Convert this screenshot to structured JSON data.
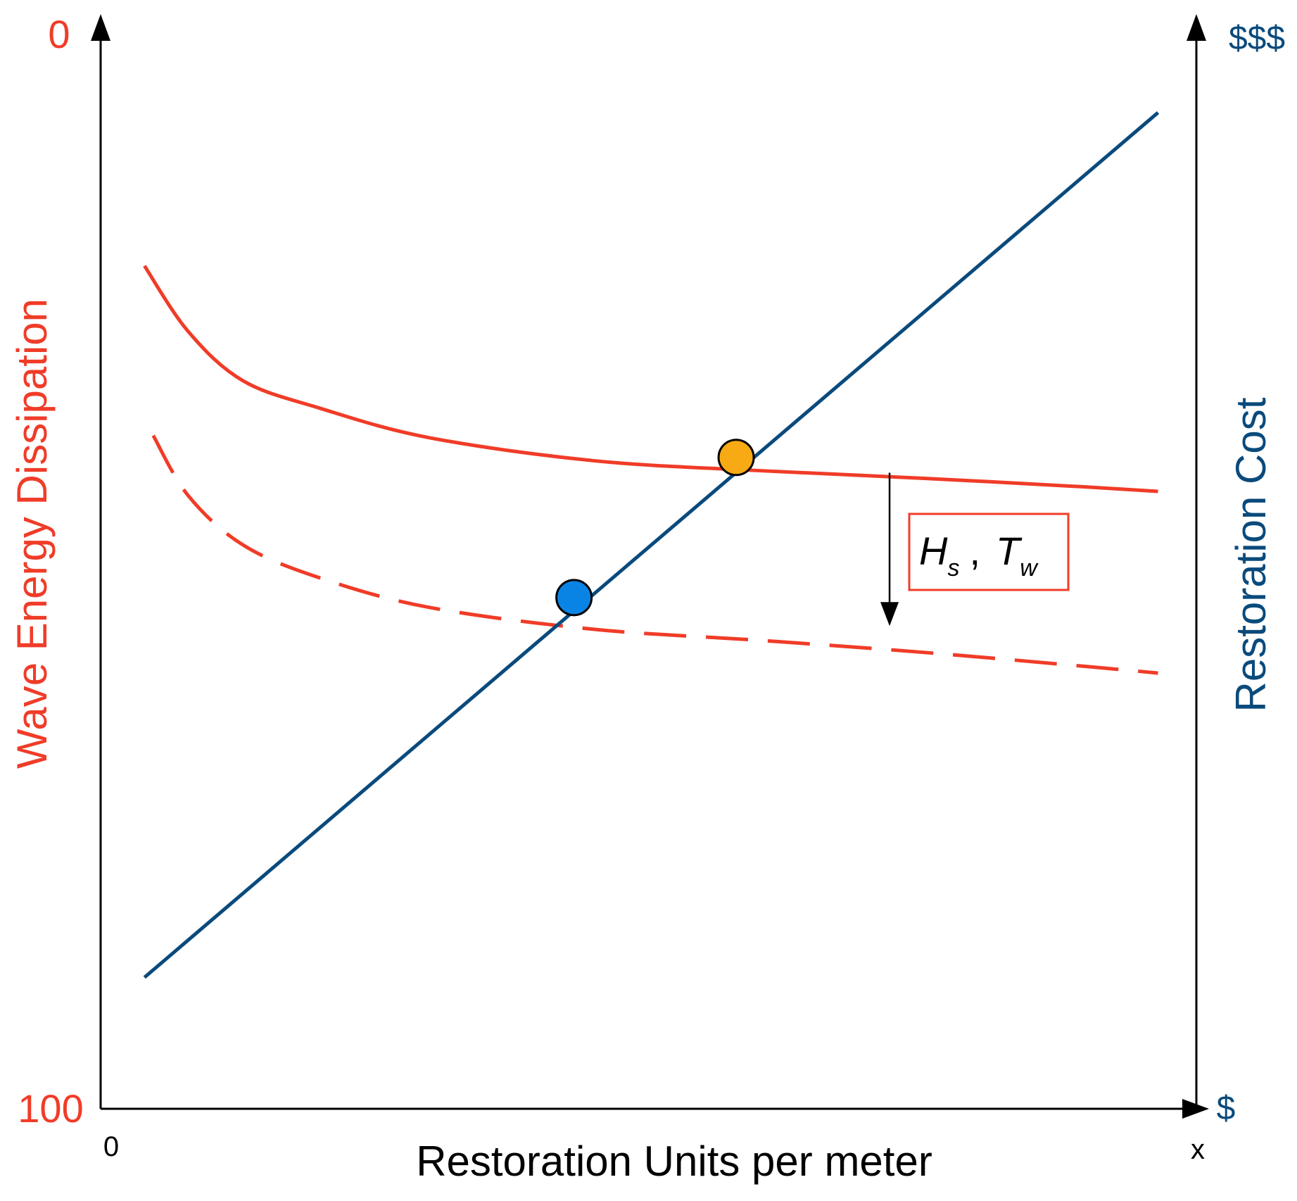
{
  "chart_data": {
    "type": "line",
    "xlabel": "Restoration Units per meter",
    "x_ticks": {
      "start": "0",
      "end": "x"
    },
    "y_left": {
      "label": "Wave Energy Dissipation",
      "top": "0",
      "bottom": "100",
      "inverted": true,
      "color": "#f03c28"
    },
    "y_right": {
      "label": "Restoration Cost",
      "top": "$$$",
      "bottom": "$",
      "color": "#0a4a7c"
    },
    "series": [
      {
        "style": "solid",
        "axis": "left",
        "color": "#f03c28",
        "x": [
          0.04,
          0.08,
          0.13,
          0.2,
          0.3,
          0.45,
          0.6,
          0.75,
          0.9,
          0.965
        ],
        "y": [
          23,
          29,
          33.5,
          36,
          38.7,
          40.8,
          41.7,
          42.4,
          43.2,
          43.6
        ]
      },
      {
        "style": "dashed",
        "axis": "left",
        "color": "#f03c28",
        "x": [
          0.048,
          0.08,
          0.13,
          0.2,
          0.3,
          0.45,
          0.6,
          0.75,
          0.9,
          0.965
        ],
        "y": [
          38.5,
          44,
          48.5,
          51.5,
          54.2,
          56.2,
          57.2,
          58.3,
          59.6,
          60.2
        ]
      },
      {
        "style": "solid",
        "axis": "right",
        "color": "#0a4a7c",
        "x": [
          0.04,
          0.965
        ],
        "y": [
          12,
          91
        ]
      }
    ],
    "markers": [
      {
        "x": 0.432,
        "y": 53.3,
        "axis": "left",
        "color": "#0a84e4"
      },
      {
        "x": 0.58,
        "y": 40.5,
        "axis": "left",
        "color": "#f7aa14"
      }
    ],
    "shift_arrow": {
      "x": 0.72,
      "from_y": 41.9,
      "to_y": 55.9
    },
    "annotation": {
      "H": "H",
      "H_sub": "s",
      "sep": ",",
      "T": "T",
      "T_sub": "w",
      "border_color": "#f03c28"
    },
    "axis_color": "#000000"
  }
}
